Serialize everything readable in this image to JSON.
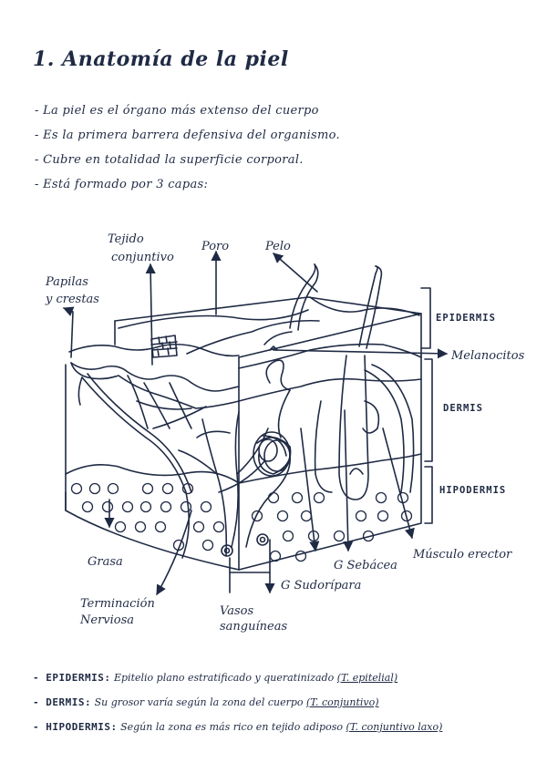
{
  "title": "1. Anatomía de la piel",
  "bullets": [
    "- La piel es el órgano más extenso del cuerpo",
    "- Es la primera barrera defensiva del organismo.",
    "- Cubre en totalidad la superficie corporal.",
    "- Está formado por 3 capas:"
  ],
  "diagram": {
    "labels": {
      "tejido_1": "Tejido",
      "tejido_2": "conjuntivo",
      "poro": "Poro",
      "pelo": "Pelo",
      "papilas_1": "Papilas",
      "papilas_2": "y crestas",
      "melanocitos": "Melanocitos",
      "grasa": "Grasa",
      "terminacion_1": "Terminación",
      "terminacion_2": "Nerviosa",
      "vasos_1": "Vasos",
      "vasos_2": "sanguíneas",
      "sudoripara": "G Sudorípara",
      "sebacea": "G Sebácea",
      "musculo": "Músculo erector"
    },
    "layers": {
      "epidermis": "EPIDERMIS",
      "dermis": "DERMIS",
      "hipodermis": "HIPODERMIS"
    }
  },
  "definitions": [
    {
      "term": "- EPIDERMIS:",
      "text": " Epitelio plano estratificado y queratinizado ",
      "tissue": "(T. epitelial)"
    },
    {
      "term": "- DERMIS:",
      "text": " Su grosor varía según la zona del cuerpo ",
      "tissue": "(T. conjuntivo)"
    },
    {
      "term": "- HIPODERMIS:",
      "text": " Según la zona es más rico en tejido adiposo ",
      "tissue": "(T. conjuntivo laxo)"
    }
  ],
  "colors": {
    "ink": "#1f2a44",
    "paper": "#ffffff"
  }
}
